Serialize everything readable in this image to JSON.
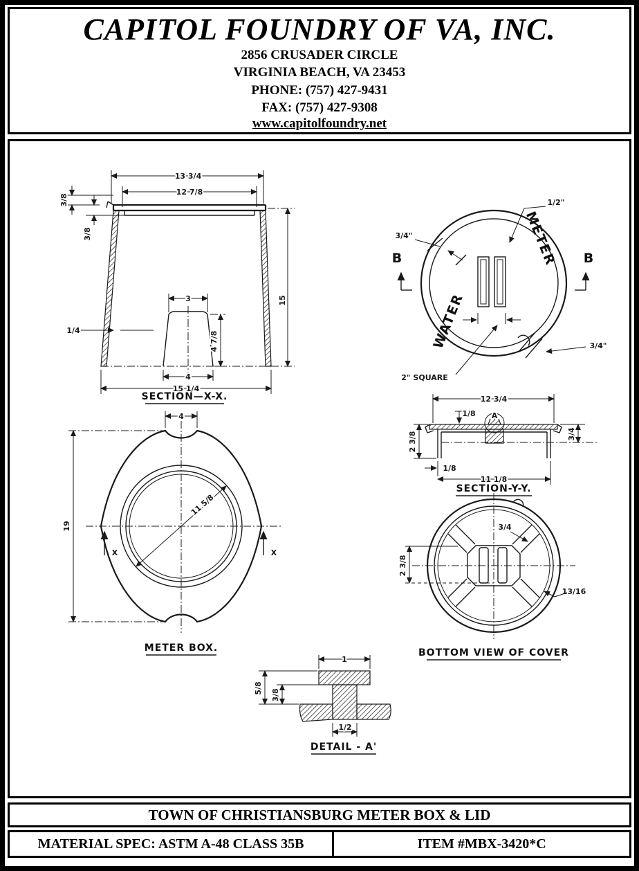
{
  "header": {
    "company": "CAPITOL FOUNDRY OF VA, INC.",
    "address1": "2856 CRUSADER CIRCLE",
    "address2": "VIRGINIA BEACH, VA 23453",
    "phone": "PHONE: (757) 427-9431",
    "fax": "FAX: (757) 427-9308",
    "website": "www.capitolfoundry.net"
  },
  "drawing": {
    "section_xx": {
      "label": "SECTION—X-X.",
      "dims": {
        "top_outer": "13 3/4",
        "top_inner": "12 7/8",
        "height": "15",
        "bottom": "15 1/4",
        "lip_top": "3/8",
        "lip_bottom": "3/8",
        "wall": "1/4",
        "boss_top": "3",
        "boss_bottom": "4",
        "boss_height": "4 7/8"
      }
    },
    "cover_top": {
      "water": "WATER",
      "meter": "METER",
      "marker": "B",
      "dim_rim": "1/2\"",
      "dim_lug": "3/4\"",
      "dim_notch": "3/4\"",
      "dim_slot": "2\" SQUARE"
    },
    "section_yy": {
      "label": "SECTION-Y-Y.",
      "marker": "A",
      "dim_top": "12 3/4",
      "dim_bottom": "11 1/8",
      "dim_lip": "1/8",
      "dim_wall": "1/8",
      "dim_depth": "2 3/8",
      "dim_thickness": "3/4"
    },
    "meter_box": {
      "label": "METER BOX.",
      "marker": "X",
      "dim_notch": "4",
      "dim_length": "19",
      "dim_opening": "11 5/8"
    },
    "cover_bottom": {
      "label": "BOTTOM VIEW OF COVER",
      "dim_rib": "3/4",
      "dim_rim": "13/16",
      "dim_slots": "2 3/8"
    },
    "detail_a": {
      "label": "DETAIL - A'",
      "dim_width": "1",
      "dim_lip": "5/8",
      "dim_under": "3/8",
      "dim_stem": "1/2"
    }
  },
  "footer": {
    "title": "TOWN OF CHRISTIANSBURG METER BOX & LID",
    "material_spec": "MATERIAL SPEC:  ASTM A-48 CLASS 35B",
    "item": "ITEM #MBX-3420*C"
  }
}
